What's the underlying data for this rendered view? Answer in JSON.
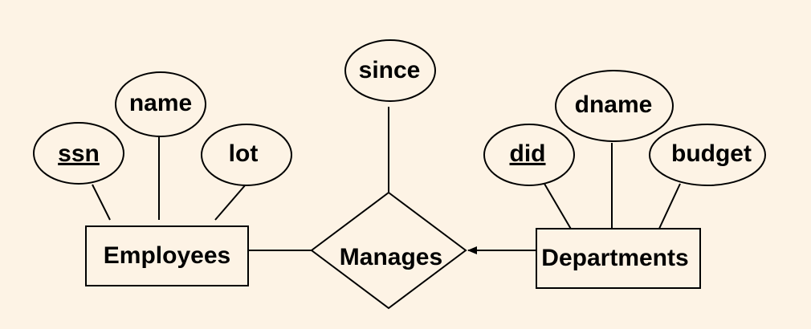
{
  "entities": {
    "employees": "Employees",
    "departments": "Departments"
  },
  "relationship": {
    "manages": "Manages"
  },
  "attributes": {
    "ssn": "ssn",
    "name": "name",
    "lot": "lot",
    "since": "since",
    "did": "did",
    "dname": "dname",
    "budget": "budget"
  },
  "colors": {
    "background": "#fdf3e5",
    "stroke": "#000000"
  }
}
